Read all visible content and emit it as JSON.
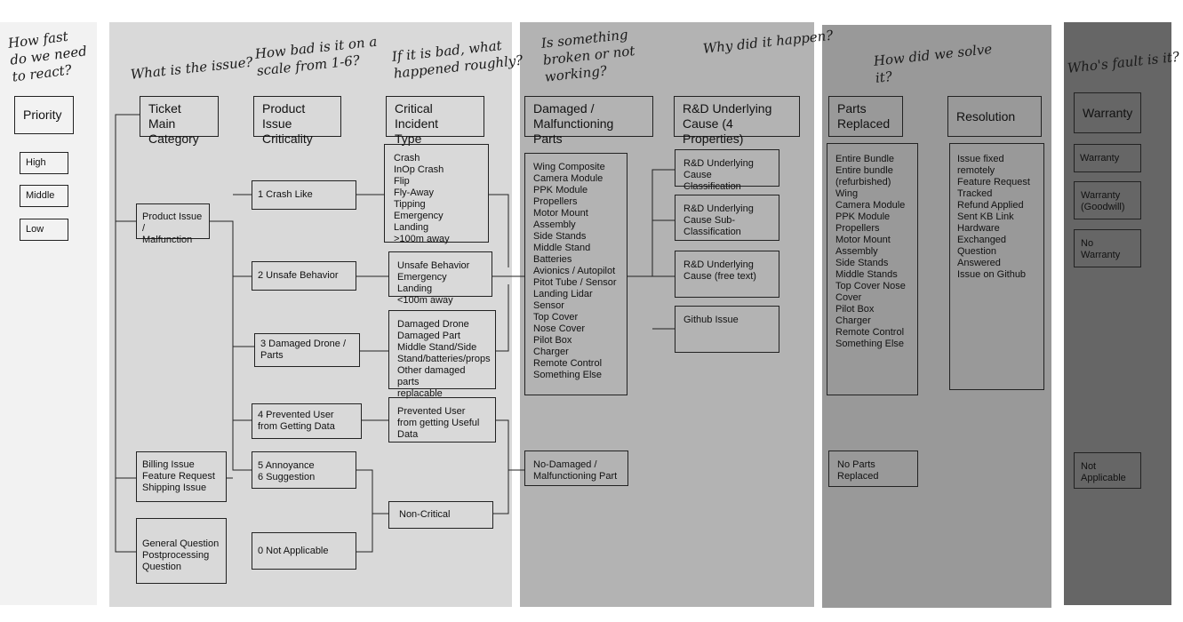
{
  "notes": {
    "react": "How fast\ndo we need\nto react?",
    "issue": "What is the issue?",
    "bad": "How bad is it on a\nscale from 1-6?",
    "happened": "If it is bad, what\nhappened roughly?",
    "broken": "Is something\nbroken or not\nworking?",
    "why": "Why did it happen?",
    "solve": "How did we solve\nit?",
    "fault": "Who's fault is it?"
  },
  "priority": {
    "header": "Priority",
    "items": [
      "High",
      "Middle",
      "Low"
    ]
  },
  "category": {
    "header": "Ticket Main\nCategory",
    "product": "Product Issue /\nMalfunction",
    "billing": "Billing Issue\nFeature Request\nShipping Issue",
    "general": "General Question\nPostprocessing\nQuestion"
  },
  "criticality": {
    "header": "Product Issue\nCriticality",
    "c1": "1 Crash Like",
    "c2": "2 Unsafe Behavior",
    "c3": "3 Damaged Drone /\nParts",
    "c4": "4 Prevented User\nfrom Getting Data",
    "c5": "5 Annoyance\n6 Suggestion",
    "c0": "0 Not Applicable"
  },
  "incident": {
    "header": "Critical Incident\nType",
    "crash": "Crash\nInOp Crash\nFlip\nFly-Away\nTipping\nEmergency Landing\n>100m away",
    "unsafe": "Unsafe Behavior\nEmergency Landing\n<100m away",
    "damaged": "Damaged Drone\nDamaged Part\nMiddle Stand/Side\nStand/batteries/props\nOther damaged parts\nreplacable",
    "prevented": "Prevented User\nfrom getting Useful\nData",
    "noncritical": "Non-Critical"
  },
  "damaged_parts": {
    "header": "Damaged /\nMalfunctioning Parts",
    "list": "Wing Composite\nCamera Module\nPPK Module\nPropellers\nMotor Mount\nAssembly\nSide Stands\nMiddle Stand\nBatteries\nAvionics / Autopilot\nPitot Tube / Sensor\nLanding Lidar\nSensor\nTop Cover\nNose Cover\nPilot Box\nCharger\nRemote Control\nSomething Else",
    "none": "No-Damaged /\nMalfunctioning Part"
  },
  "rnd": {
    "header": "R&D Underlying\nCause (4 Properties)",
    "classification": "R&D Underlying\nCause Classification",
    "sub": "R&D Underlying\nCause Sub-\nClassification",
    "free": "R&D Underlying\nCause (free text)",
    "github": "Github Issue"
  },
  "parts_replaced": {
    "header": "Parts\nReplaced",
    "list": "Entire Bundle\nEntire bundle\n(refurbished)\nWing\nCamera Module\nPPK Module\nPropellers\nMotor Mount\nAssembly\nSide Stands\nMiddle Stands\nTop Cover Nose\nCover\nPilot Box\nCharger\nRemote Control\nSomething Else",
    "none": "No Parts\nReplaced"
  },
  "resolution": {
    "header": "Resolution",
    "list": "Issue fixed\nremotely\nFeature Request\nTracked\nRefund Applied\nSent KB Link\nHardware\nExchanged\nQuestion\nAnswered\nIssue on Github"
  },
  "warranty": {
    "header": "Warranty",
    "items": [
      "Warranty",
      "Warranty\n(Goodwill)",
      "No\nWarranty"
    ],
    "na": "Not\nApplicable"
  },
  "colors": {
    "p1": "#f2f2f2",
    "p2": "#d9d9d9",
    "p3": "#b3b3b3",
    "p4": "#999999",
    "p5": "#666666",
    "line": "#222222"
  }
}
